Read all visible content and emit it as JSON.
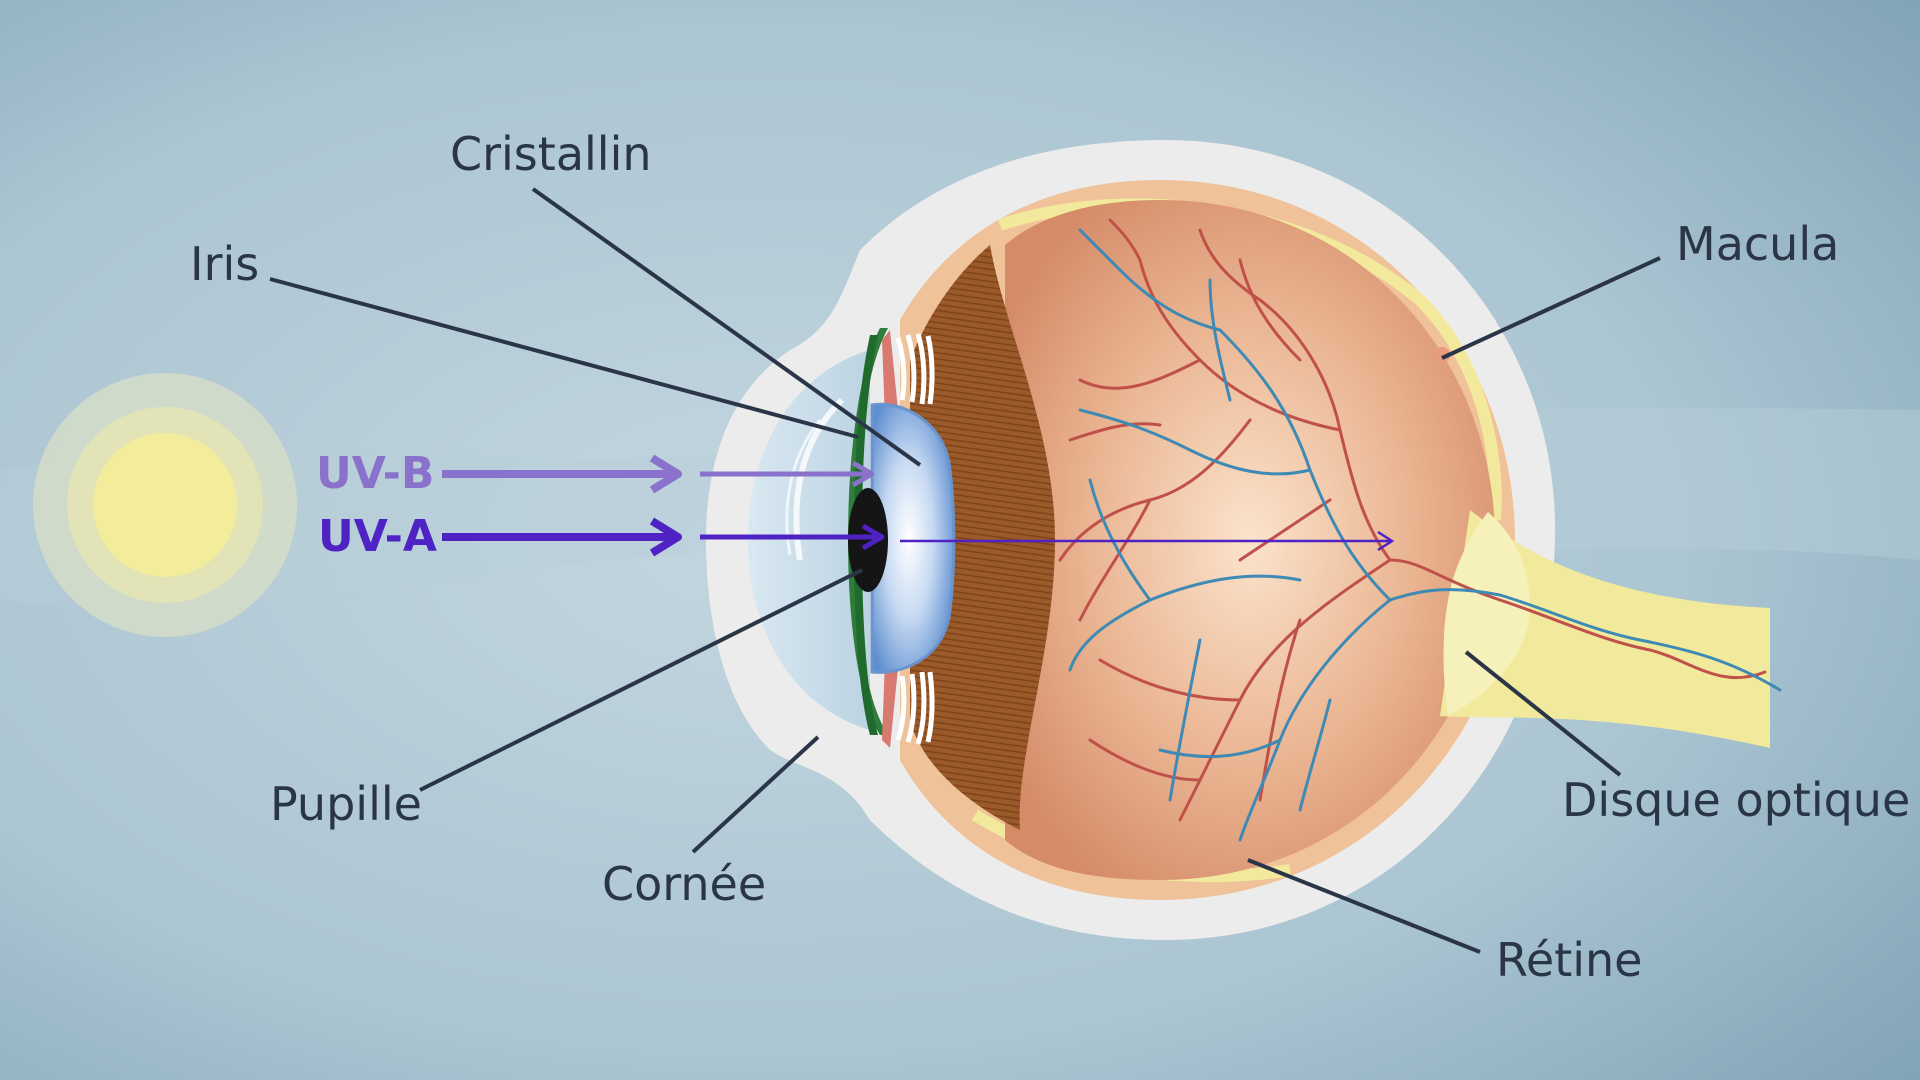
{
  "labels": {
    "cristallin": "Cristallin",
    "iris": "Iris",
    "macula": "Macula",
    "pupille": "Pupille",
    "cornee": "Cornée",
    "retine": "Rétine",
    "disque_optique": "Disque optique"
  },
  "rays": {
    "uvb": {
      "label": "UV-B",
      "color": "#8a72cc"
    },
    "uva": {
      "label": "UV-A",
      "color": "#4f22c4"
    }
  },
  "colors": {
    "background": "#a9c3d0",
    "sun": "#f3ec9a",
    "sclera": "#efefef",
    "eye_interior": "#e7aa84",
    "retina_layer": "#f0e79c",
    "ciliary_body": "#9a5a2a",
    "lens": "#bcd5f0",
    "vessel_red": "#c0504a",
    "vessel_blue": "#3f8ab4",
    "label_text": "#2a3547"
  }
}
